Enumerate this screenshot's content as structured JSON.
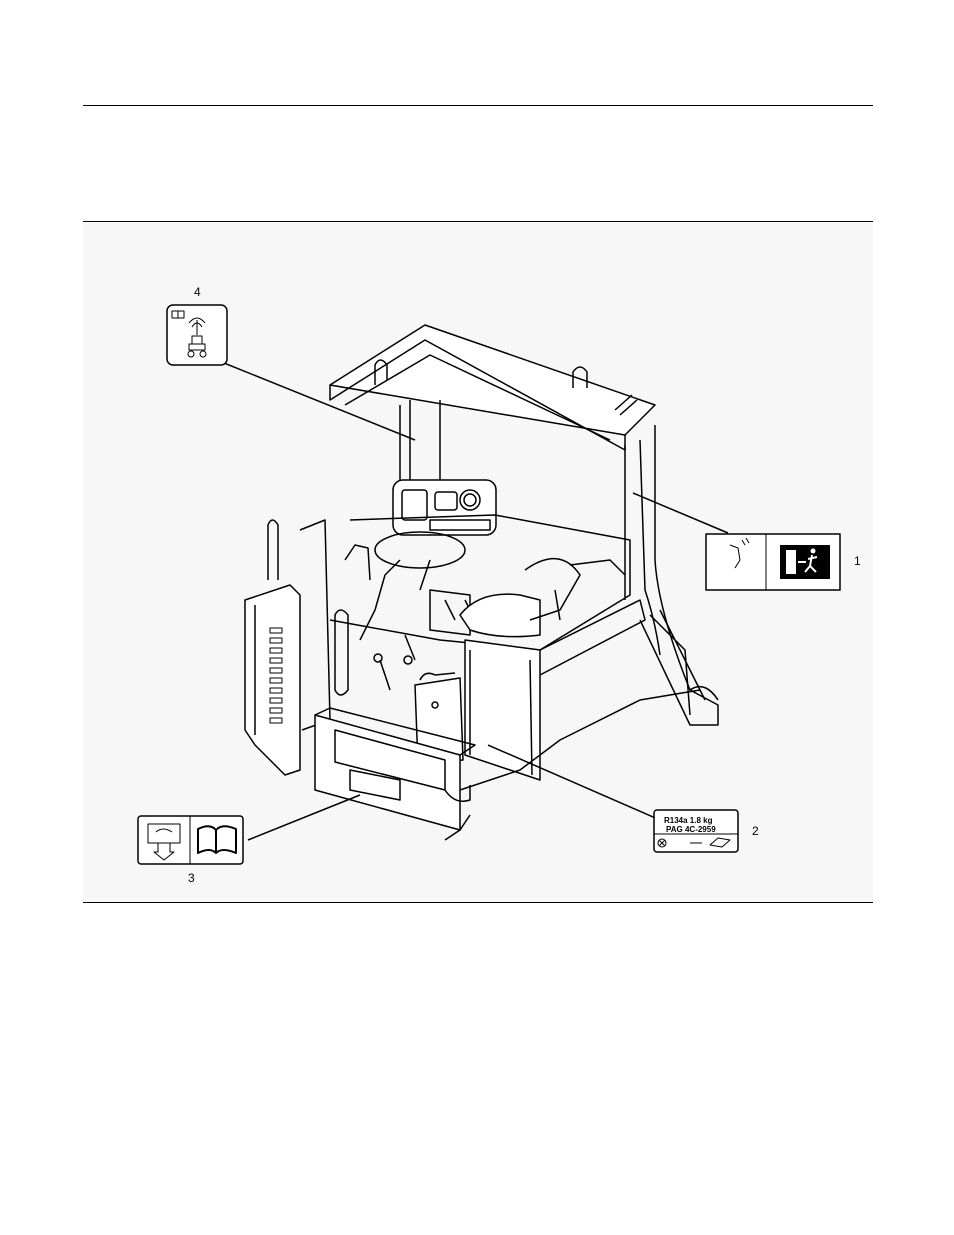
{
  "figure": {
    "callouts": [
      {
        "id": "1",
        "label": "1"
      },
      {
        "id": "2",
        "label": "2"
      },
      {
        "id": "3",
        "label": "3"
      },
      {
        "id": "4",
        "label": "4"
      }
    ],
    "decal_2": {
      "line1": "R134a  1.8 kg",
      "line2": "PAG 4C-2959"
    }
  }
}
